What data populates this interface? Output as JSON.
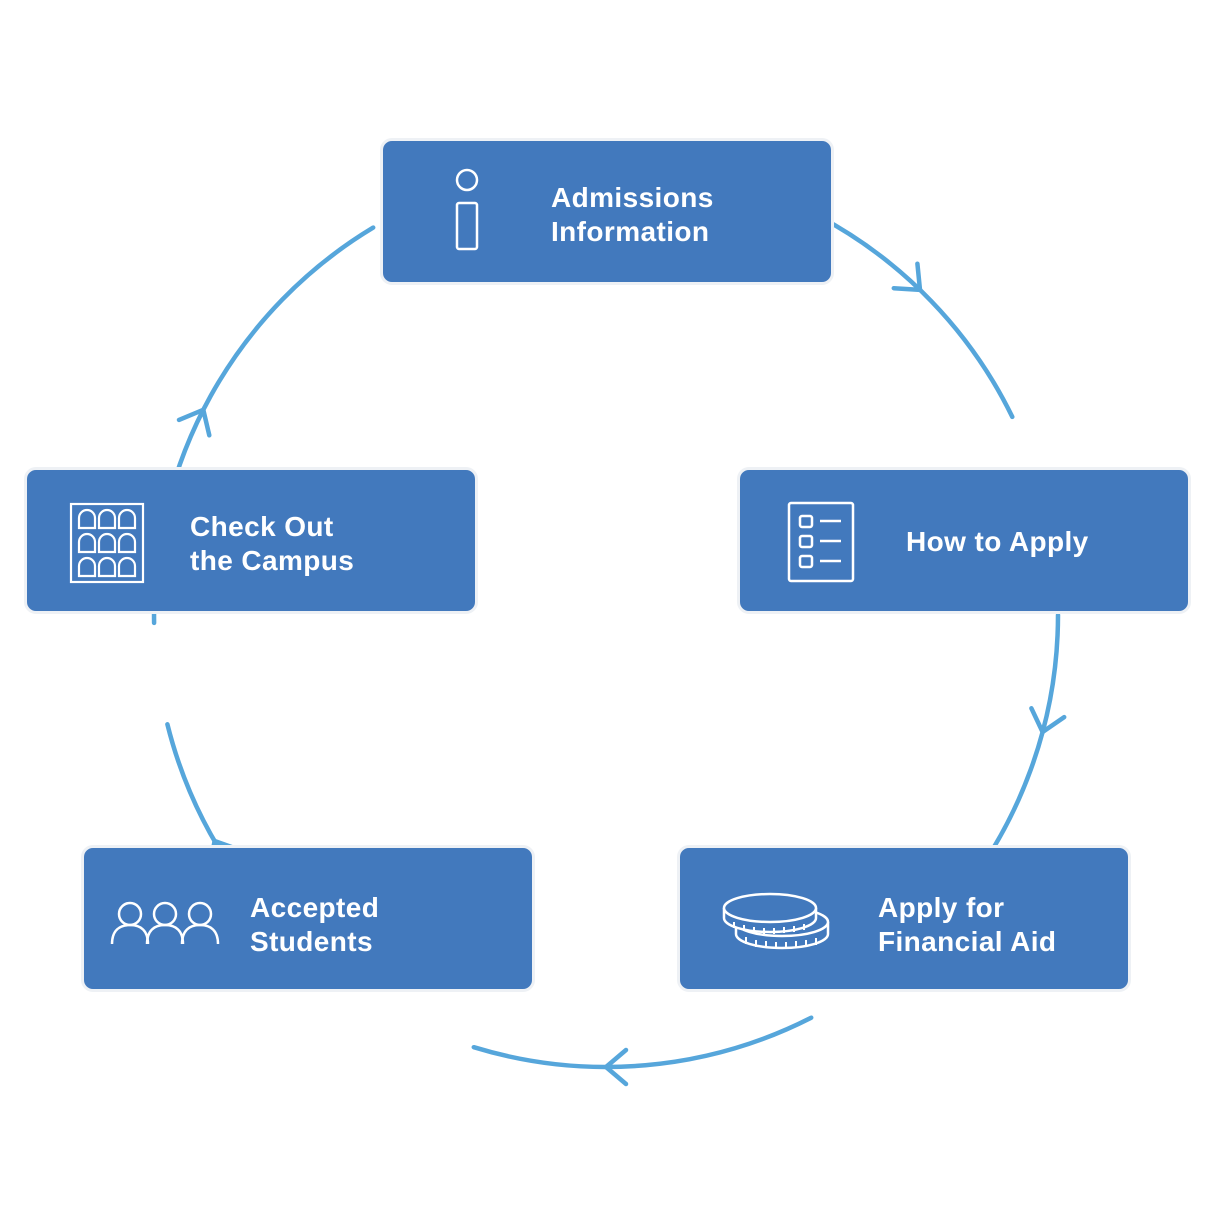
{
  "colors": {
    "card_fill": "#4279bd",
    "card_border": "#eef1f5",
    "cycle_line": "#56a6db",
    "text": "#ffffff"
  },
  "steps": [
    {
      "id": "admissions",
      "icon": "info-icon",
      "lines": [
        "Admissions",
        "Information"
      ]
    },
    {
      "id": "apply",
      "icon": "checklist-icon",
      "lines": [
        "How to Apply"
      ]
    },
    {
      "id": "aid",
      "icon": "coins-icon",
      "lines": [
        "Apply for",
        "Financial Aid"
      ]
    },
    {
      "id": "accepted",
      "icon": "people-icon",
      "lines": [
        "Accepted",
        "Students"
      ]
    },
    {
      "id": "campus",
      "icon": "building-icon",
      "lines": [
        "Check Out",
        "the Campus"
      ]
    }
  ],
  "flow_direction": "clockwise"
}
